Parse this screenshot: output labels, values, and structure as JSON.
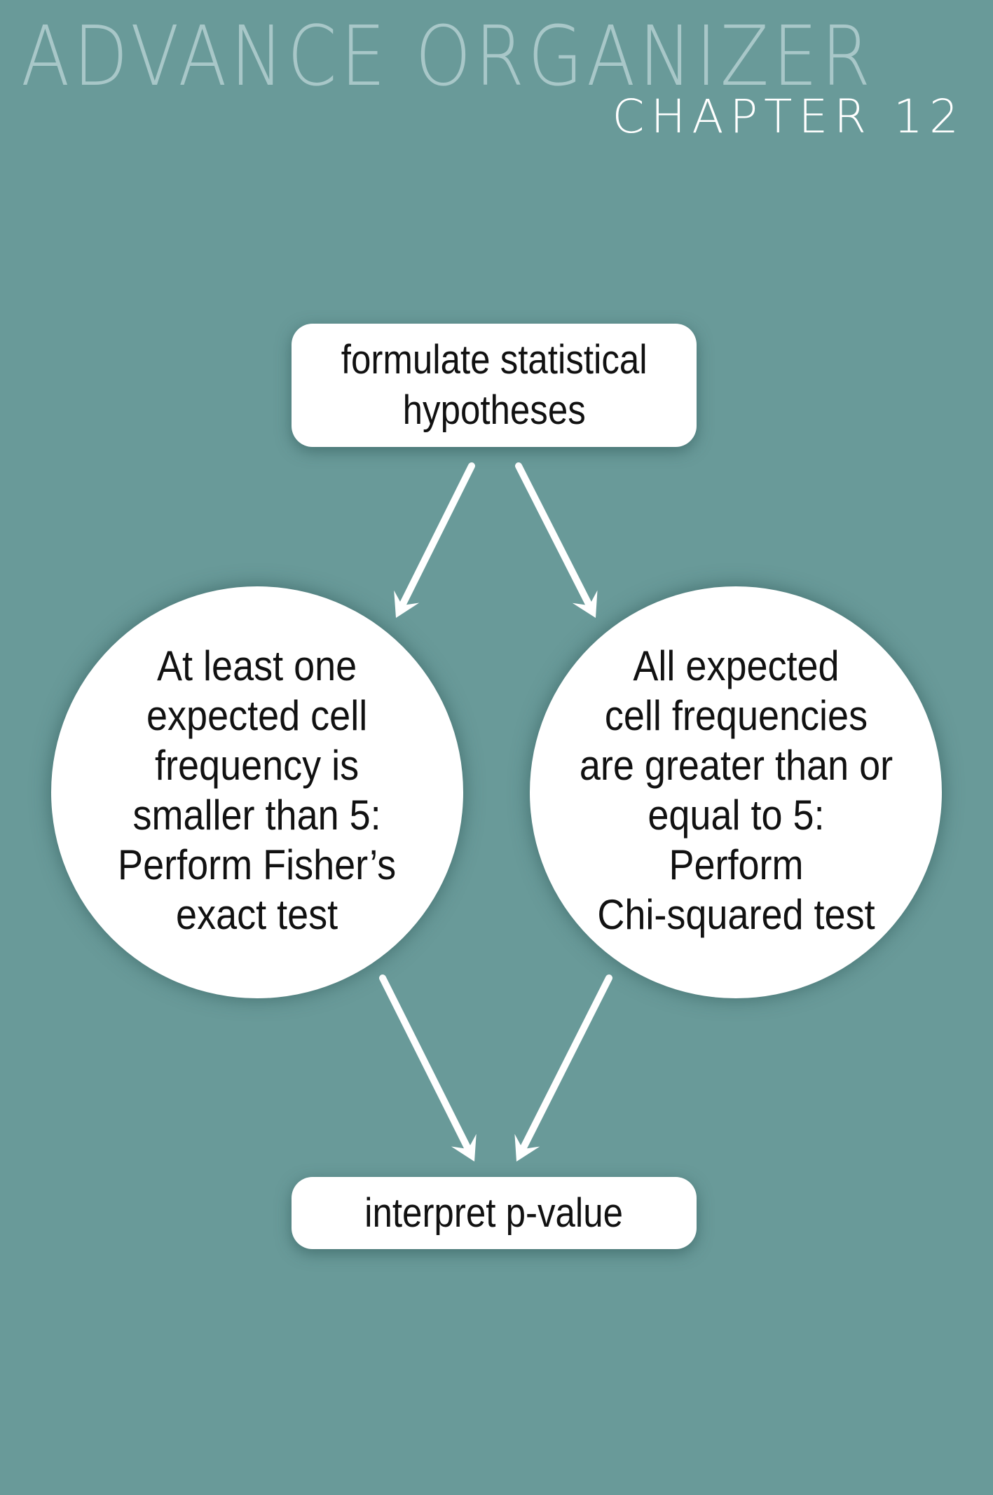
{
  "header": {
    "title": "ADVANCE ORGANIZER",
    "subtitle": "CHAPTER 12"
  },
  "colors": {
    "background": "#699a99",
    "title": "#a8c7c8",
    "subtitle": "#ffffff",
    "node_fill": "#ffffff",
    "node_text": "#111111",
    "arrow": "#ffffff"
  },
  "flowchart": {
    "start_node": {
      "lines": [
        "formulate statistical",
        "hypotheses"
      ]
    },
    "branches": [
      {
        "lines": [
          "At least one",
          "expected cell",
          "frequency is",
          "smaller than 5:",
          "Perform Fisher’s",
          "exact test"
        ]
      },
      {
        "lines": [
          "All expected",
          "cell frequencies",
          "are greater than or",
          "equal to 5:",
          "Perform",
          "Chi-squared test"
        ]
      }
    ],
    "end_node": {
      "lines": [
        "interpret p-value"
      ]
    },
    "edges": [
      {
        "from": "start_node",
        "to": "branch-0"
      },
      {
        "from": "start_node",
        "to": "branch-1"
      },
      {
        "from": "branch-0",
        "to": "end_node"
      },
      {
        "from": "branch-1",
        "to": "end_node"
      }
    ]
  }
}
